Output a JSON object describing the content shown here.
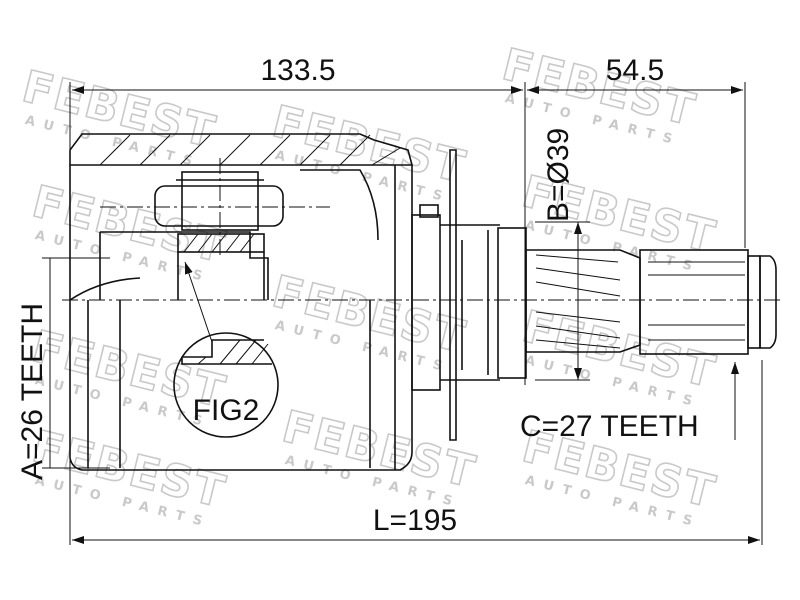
{
  "watermark": {
    "brand": "FEBEST",
    "sub": "AUTO PARTS"
  },
  "dimensions": {
    "housing_length": "133.5",
    "shaft_length": "54.5",
    "diameter_b": "B=Ø39",
    "teeth_a": "A=26 TEETH",
    "teeth_c": "C=27 TEETH",
    "overall_length": "L=195"
  },
  "callout": {
    "label": "FIG2"
  },
  "colors": {
    "line": "#111111",
    "watermark": "#c9c9c9",
    "background": "#ffffff"
  }
}
